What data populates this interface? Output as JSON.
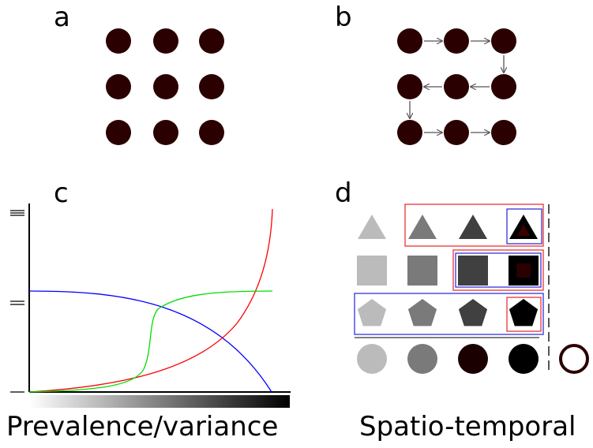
{
  "panels": {
    "a": {
      "label": "a"
    },
    "b": {
      "label": "b"
    },
    "c": {
      "label": "c",
      "caption": "Prevalence/variance"
    },
    "d": {
      "label": "d",
      "caption": "Spatio-temporal"
    }
  },
  "colors": {
    "dot": "#2a0000",
    "red_curve": "#ff0000",
    "green_curve": "#00dd00",
    "blue_curve": "#0000ff",
    "highlight_red": "#ee3333",
    "highlight_blue": "#3333dd"
  },
  "grid_d": {
    "shapes": [
      "triangle",
      "square",
      "pentagon",
      "circle"
    ],
    "shades": [
      "#bbbbbb",
      "#7a7a7a",
      "#404040",
      "#000000"
    ]
  }
}
